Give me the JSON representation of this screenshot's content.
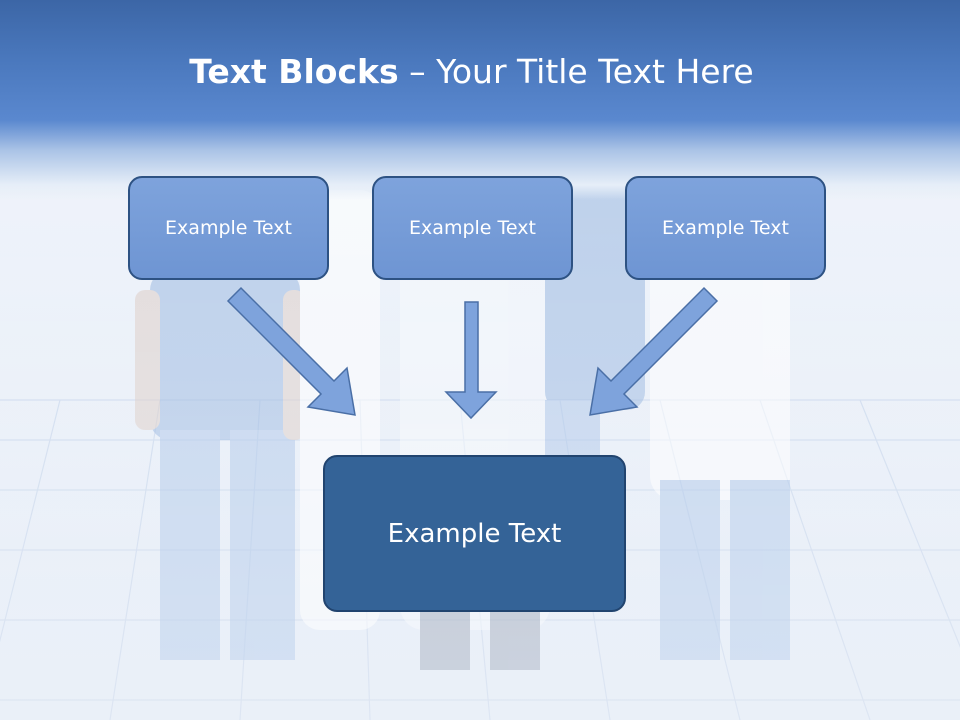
{
  "slide": {
    "title_bold": "Text Blocks",
    "title_dash": " – ",
    "title_regular": "Your Title Text Here"
  },
  "diagram": {
    "top_blocks": [
      {
        "label": "Example Text"
      },
      {
        "label": "Example Text"
      },
      {
        "label": "Example Text"
      }
    ],
    "bottom_block": {
      "label": "Example Text"
    }
  },
  "colors": {
    "header_blue": "#4a78bd",
    "top_block_fill": "#7ea3dc",
    "bottom_block_fill": "#346397",
    "block_border": "#2d5283",
    "arrow_fill": "#7ea3dc"
  }
}
